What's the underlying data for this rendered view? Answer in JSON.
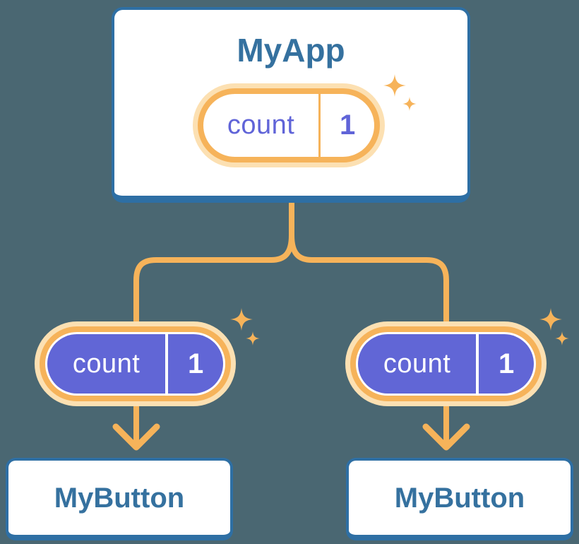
{
  "colors": {
    "background": "#4A6772",
    "card_border": "#2E6FA4",
    "card_fill": "#FFFFFF",
    "heading_text": "#35719F",
    "accent_orange": "#F6B35A",
    "glow_orange": "#FCE0B2",
    "state_purple": "#6166D6",
    "state_text_purple": "#6064D8",
    "state_text_white": "#FFFFFF"
  },
  "icons": {
    "sparkle": "✦",
    "arrow_down": "↓"
  },
  "diagram": {
    "root": {
      "title": "MyApp",
      "state": {
        "name": "count",
        "value": "1"
      }
    },
    "children": [
      {
        "title": "MyButton",
        "state": {
          "name": "count",
          "value": "1"
        }
      },
      {
        "title": "MyButton",
        "state": {
          "name": "count",
          "value": "1"
        }
      }
    ]
  }
}
